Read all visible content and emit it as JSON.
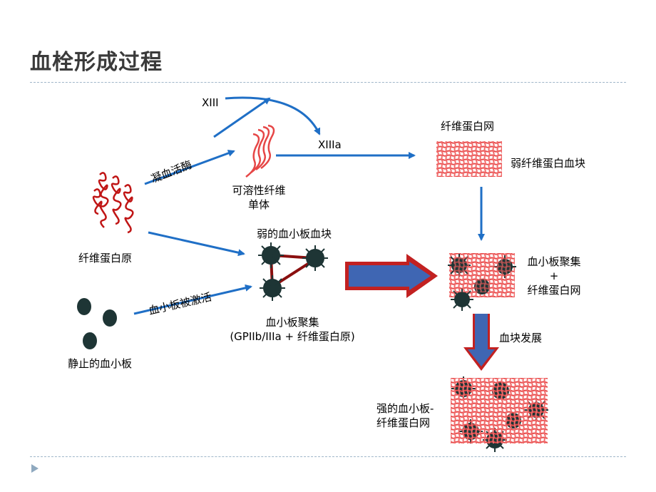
{
  "title": "血栓形成过程",
  "labels": {
    "xiii": "XIII",
    "xiiia": "XIIIa",
    "thrombin": "凝血活酶",
    "platelet_activated": "血小板被激活",
    "fibrinogen": "纤维蛋白原",
    "resting_platelets": "静止的血小板",
    "soluble_monomer_1": "可溶性纤维",
    "soluble_monomer_2": "单体",
    "weak_platelet_clot": "弱的血小板血块",
    "aggregation_1": "血小板聚集",
    "aggregation_2": "(GPIIb/IIIa + 纤维蛋白原)",
    "fibrin_net": "纤维蛋白网",
    "weak_fibrin_clot": "弱纤维蛋白血块",
    "agg_fibrin_1": "血小板聚集",
    "agg_fibrin_2": "+",
    "agg_fibrin_3": "纤维蛋白网",
    "clot_develop": "血块发展",
    "strong_1": "强的血小板-",
    "strong_2": "纤维蛋白网"
  },
  "colors": {
    "arrow_blue": "#1f6fc6",
    "fiber_red": "#cc1f1f",
    "platelet": "#1e3535"
  }
}
